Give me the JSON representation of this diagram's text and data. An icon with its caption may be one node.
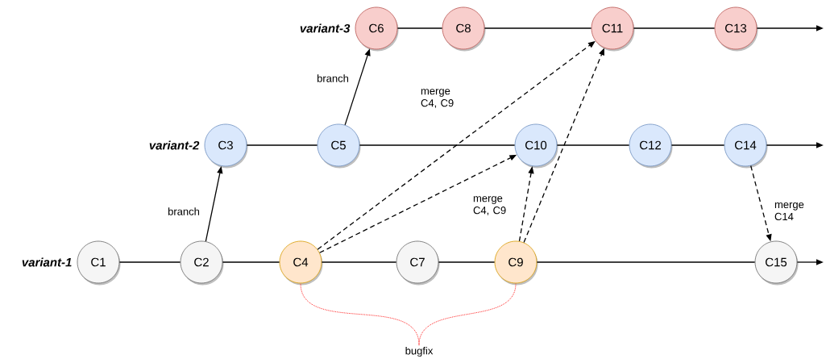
{
  "diagram": {
    "nodes": [
      {
        "text": [
          "C6"
        ],
        "beside": [
          "variant-3"
        ]
      },
      {
        "text": [
          "C8"
        ]
      },
      {
        "text": [
          "C11"
        ]
      },
      {
        "text": [
          "C13"
        ]
      },
      {
        "text": [
          "C3"
        ],
        "beside": [
          "variant-2"
        ]
      },
      {
        "text": [
          "C5"
        ]
      },
      {
        "text": [
          "C10"
        ]
      },
      {
        "text": [
          "C12"
        ]
      },
      {
        "text": [
          "C14"
        ]
      },
      {
        "text": [
          "C1"
        ],
        "beside": [
          "variant-1"
        ]
      },
      {
        "text": [
          "C2"
        ]
      },
      {
        "text": [
          "C4"
        ]
      },
      {
        "text": [
          "C7"
        ]
      },
      {
        "text": [
          "C9"
        ]
      },
      {
        "text": [
          "C15"
        ]
      },
      {
        "text": [
          "bugfix"
        ]
      }
    ],
    "edges": [
      {
        "from": 0,
        "to": 1,
        "arrow": "none"
      },
      {
        "from": 1,
        "to": 2,
        "arrow": "none"
      },
      {
        "from": 2,
        "to": 3,
        "arrow": "none"
      },
      {
        "from": 3,
        "to": null,
        "arrow": "to"
      },
      {
        "from": 4,
        "to": 5,
        "arrow": "none"
      },
      {
        "from": 5,
        "to": 6,
        "arrow": "none"
      },
      {
        "from": 6,
        "to": 7,
        "arrow": "none"
      },
      {
        "from": 7,
        "to": 8,
        "arrow": "none"
      },
      {
        "from": 8,
        "to": null,
        "arrow": "to"
      },
      {
        "from": 9,
        "to": 10,
        "arrow": "none"
      },
      {
        "from": 10,
        "to": 11,
        "arrow": "none"
      },
      {
        "from": 11,
        "to": 12,
        "arrow": "none"
      },
      {
        "from": 12,
        "to": 13,
        "arrow": "none"
      },
      {
        "from": 13,
        "to": 14,
        "arrow": "none"
      },
      {
        "from": 14,
        "to": null,
        "arrow": "to"
      },
      {
        "from": 10,
        "to": 4,
        "arrow": "to",
        "label": "branch"
      },
      {
        "from": 5,
        "to": 0,
        "arrow": "to",
        "label": "branch"
      },
      {
        "from": 11,
        "to": 6,
        "arrow": "to",
        "style": "dashed"
      },
      {
        "from": 13,
        "to": 6,
        "arrow": "to",
        "style": "dashed",
        "label": "merge C4, C9"
      },
      {
        "from": 11,
        "to": 2,
        "arrow": "to",
        "style": "dashed",
        "label": "merge C4, C9"
      },
      {
        "from": 13,
        "to": 2,
        "arrow": "to",
        "style": "dashed"
      },
      {
        "from": 8,
        "to": 14,
        "arrow": "to",
        "style": "dashed",
        "label": "merge C14"
      },
      {
        "from": 15,
        "to": 11,
        "arrow": "none",
        "style": "dashed",
        "color": "#ff0000"
      },
      {
        "from": 15,
        "to": 13,
        "arrow": "none",
        "style": "dashed",
        "color": "#ff0000"
      }
    ]
  }
}
